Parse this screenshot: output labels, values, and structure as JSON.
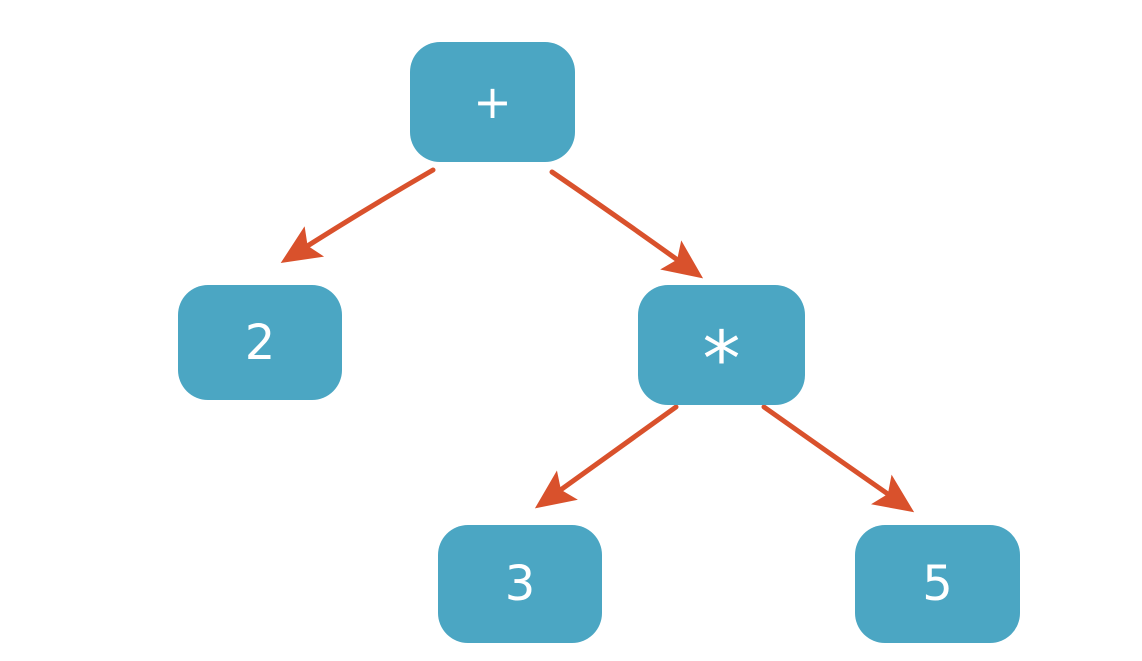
{
  "diagram": {
    "title": "expression-tree",
    "node_color": "#4BA6C3",
    "arrow_color": "#D9512C",
    "label_color": "#FFFFFF",
    "nodes": [
      {
        "id": "plus",
        "label": "+",
        "role": "operator",
        "level": 0
      },
      {
        "id": "two",
        "label": "2",
        "role": "operand",
        "level": 1
      },
      {
        "id": "times",
        "label": "*",
        "role": "operator",
        "level": 1
      },
      {
        "id": "three",
        "label": "3",
        "role": "operand",
        "level": 2
      },
      {
        "id": "five",
        "label": "5",
        "role": "operand",
        "level": 2
      }
    ],
    "edges": [
      {
        "from": "plus",
        "to": "two"
      },
      {
        "from": "plus",
        "to": "times"
      },
      {
        "from": "times",
        "to": "three"
      },
      {
        "from": "times",
        "to": "five"
      }
    ]
  }
}
